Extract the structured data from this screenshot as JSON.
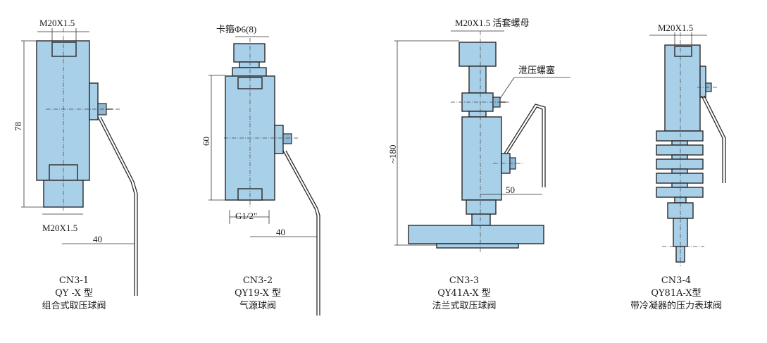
{
  "figures": [
    {
      "id": "cn3-1",
      "top_thread": "M20X1.5",
      "bottom_thread": "M20X1.5",
      "height_dim": "78",
      "arm_dim": "40",
      "code": "CN3-1",
      "model": "QY  -X  型",
      "name": "组合式取压球阀"
    },
    {
      "id": "cn3-2",
      "top_thread": "卡箍Φ6(8)",
      "bottom_thread": "G1/2\"",
      "height_dim": "60",
      "arm_dim": "40",
      "code": "CN3-2",
      "model": "QY19-X  型",
      "name": "气源球阀"
    },
    {
      "id": "cn3-3",
      "top_thread": "M20X1.5 活套螺母",
      "side_label": "泄压螺塞",
      "height_dim": "~180",
      "arm_dim": "50",
      "code": "CN3-3",
      "model": "QY41A-X  型",
      "name": "法兰式取压球阀"
    },
    {
      "id": "cn3-4",
      "top_thread": "M20X1.5",
      "code": "CN3-4",
      "model": "QY81A-X型",
      "name": "带冷凝器的压力表球阀"
    }
  ],
  "colors": {
    "body": "#a9d0e9",
    "outline": "#2a2a2a"
  }
}
